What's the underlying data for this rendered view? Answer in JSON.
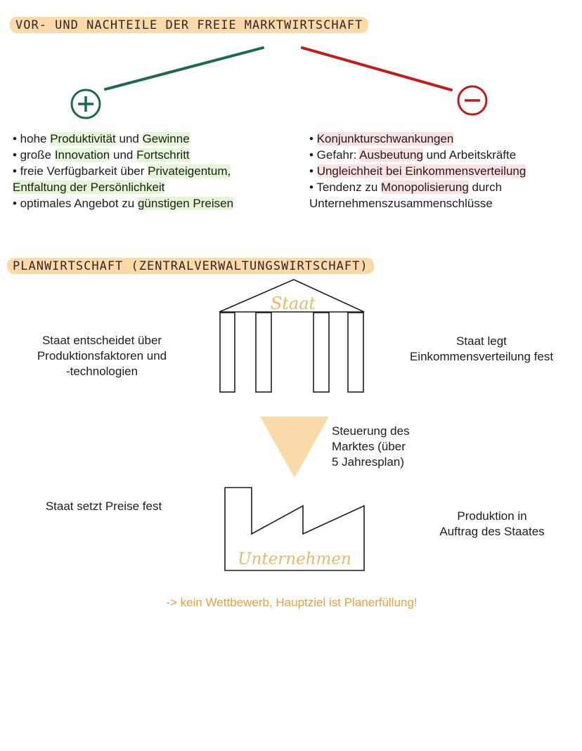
{
  "section1": {
    "title": "VOR- UND NACHTEILE DER FREIE MARKTWIRTSCHAFT",
    "plus_symbol": "+",
    "minus_symbol": "−",
    "pros": [
      [
        "• hohe ",
        {
          "t": "Produktivität",
          "hl": "green"
        },
        " und ",
        {
          "t": "Gewinne",
          "hl": "green"
        }
      ],
      [
        "• große ",
        {
          "t": "Innovation",
          "hl": "green"
        },
        " und ",
        {
          "t": "Fortschritt",
          "hl": "green"
        }
      ],
      [
        "• freie Verfügbarkeit über ",
        {
          "t": "Privateigentum,",
          "hl": "green"
        }
      ],
      [
        {
          "t": "Entfaltung der Persönlichkeit",
          "hl": "green"
        }
      ],
      [
        "• optimales Angebot zu ",
        {
          "t": "günstigen Preisen",
          "hl": "green"
        }
      ]
    ],
    "cons": [
      [
        "• ",
        {
          "t": "Konjunkturschwankungen",
          "hl": "red"
        }
      ],
      [
        "• Gefahr: ",
        {
          "t": "Ausbeutung",
          "hl": "red"
        },
        " und Arbeitskräfte"
      ],
      [
        "• ",
        {
          "t": "Ungleichheit bei Einkommensverteilung",
          "hl": "red"
        }
      ],
      [
        "• Tendenz zu ",
        {
          "t": "Monopolisierung",
          "hl": "red"
        },
        " durch"
      ],
      [
        "Unternehmenszusammenschlüsse"
      ]
    ],
    "colors": {
      "plus": "#1a6b4b",
      "minus": "#c41a1a"
    }
  },
  "section2": {
    "title": "PLANWIRTSCHAFT (ZENTRALVERWALTUNGSWIRTSCHAFT)",
    "staat_label": "Staat",
    "left_top": [
      "Staat entscheidet über",
      "Produktionsfaktoren und",
      "-technologien"
    ],
    "right_top": [
      "Staat legt",
      "Einkommensverteilung fest"
    ],
    "arrow_text": [
      "Steuerung des",
      "Marktes (über",
      "5 Jahresplan)"
    ],
    "left_bottom": [
      "Staat setzt Preise fest"
    ],
    "right_bottom": [
      "Produktion in",
      "Auftrag des Staates"
    ],
    "factory_label": "Unternehmen",
    "conclusion": "-> kein Wettbewerb, Hauptziel ist Planerfüllung!",
    "colors": {
      "accent": "#fcd9a8",
      "orange_text": "#e9a03a"
    }
  }
}
